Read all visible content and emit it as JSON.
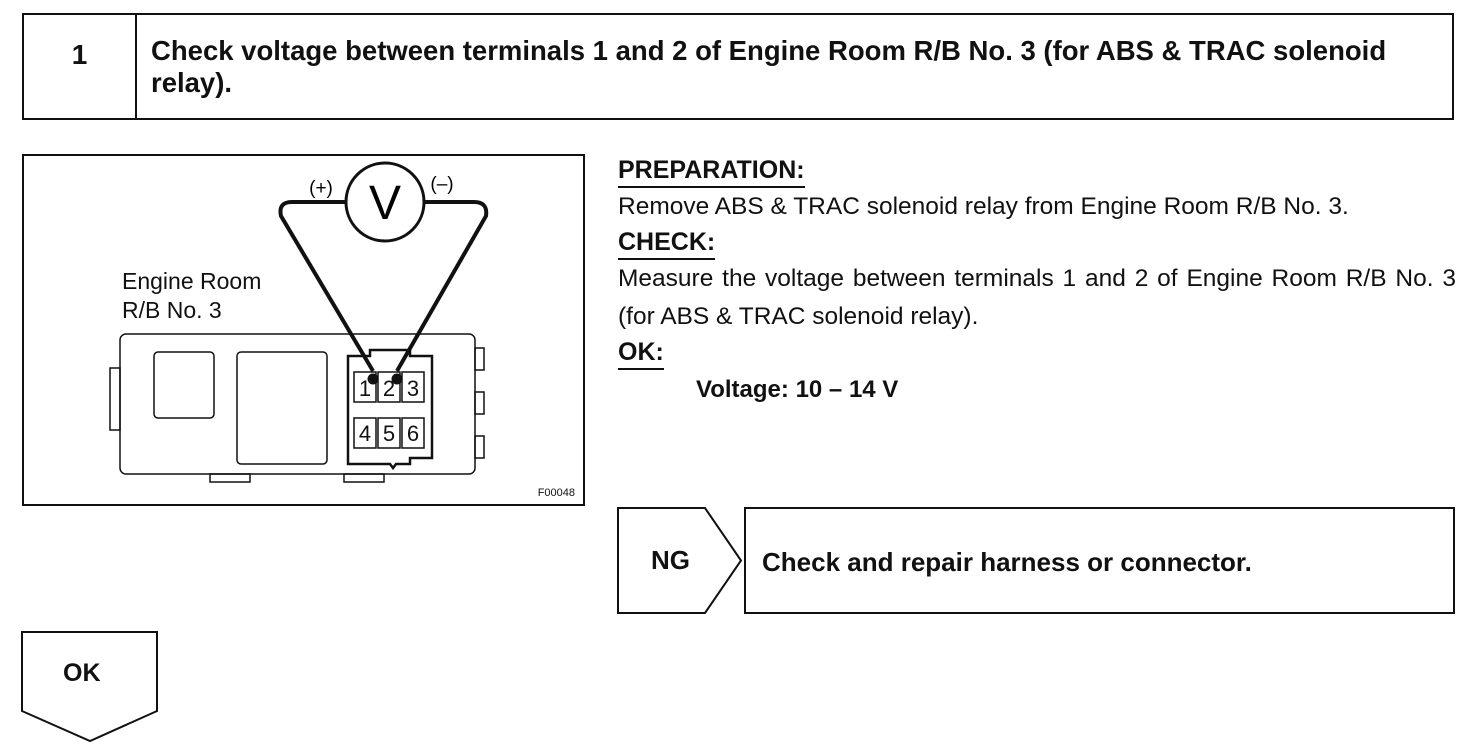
{
  "step": {
    "number": "1",
    "title": "Check voltage between terminals 1 and 2 of Engine Room R/B No. 3 (for ABS & TRAC solenoid relay)."
  },
  "figure": {
    "voltmeter_symbol": "V",
    "probe_positive": "(+)",
    "probe_negative": "(–)",
    "label_line1": "Engine Room",
    "label_line2": "R/B No. 3",
    "terminals": [
      "1",
      "2",
      "3",
      "4",
      "5",
      "6"
    ],
    "code": "F00048"
  },
  "preparation": {
    "heading": "PREPARATION:",
    "text": "Remove ABS & TRAC solenoid relay from Engine Room R/B No. 3."
  },
  "check": {
    "heading": "CHECK:",
    "text": "Measure the voltage between terminals 1 and 2 of Engine Room R/B No. 3 (for ABS & TRAC solenoid relay)."
  },
  "ok_spec": {
    "heading": "OK:",
    "value": "Voltage: 10 – 14 V"
  },
  "ng_branch": {
    "label": "NG",
    "action": "Check and repair harness or connector."
  },
  "ok_branch": {
    "label": "OK"
  }
}
